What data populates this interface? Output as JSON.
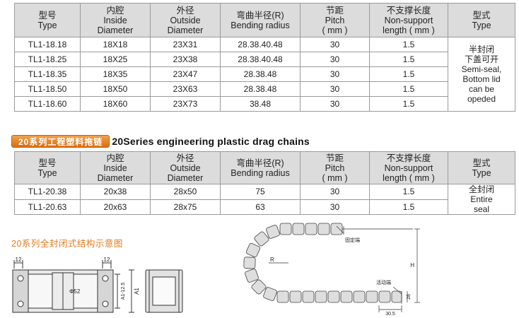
{
  "table1": {
    "headers": [
      {
        "cn": "型号",
        "en": "Type"
      },
      {
        "cn": "内腔",
        "en": "Inside",
        "en2": "Diameter"
      },
      {
        "cn": "外径",
        "en": "Outside",
        "en2": "Diameter"
      },
      {
        "cn": "弯曲半径(R)",
        "en": "Bending radius"
      },
      {
        "cn": "节距",
        "en": "Pitch",
        "en2": "( mm )"
      },
      {
        "cn": "不支撑长度",
        "en": "Non-support",
        "en2": "length ( mm )"
      },
      {
        "cn": "型式",
        "en": "Type"
      }
    ],
    "rows": [
      {
        "type": "TL1-18.18",
        "inside": "18X18",
        "outside": "23X31",
        "radius": "28.38.40.48",
        "pitch": "30",
        "nonsupport": "1.5"
      },
      {
        "type": "TL1-18.25",
        "inside": "18X25",
        "outside": "23X38",
        "radius": "28.38.40.48",
        "pitch": "30",
        "nonsupport": "1.5"
      },
      {
        "type": "TL1-18.35",
        "inside": "18X35",
        "outside": "23X47",
        "radius": "28.38.48",
        "pitch": "30",
        "nonsupport": "1.5"
      },
      {
        "type": "TL1-18.50",
        "inside": "18X50",
        "outside": "23X63",
        "radius": "28.38.48",
        "pitch": "30",
        "nonsupport": "1.5"
      },
      {
        "type": "TL1-18.60",
        "inside": "18X60",
        "outside": "23X73",
        "radius": "38.48",
        "pitch": "30",
        "nonsupport": "1.5"
      }
    ],
    "style": {
      "l1": "半封闭",
      "l2": "下盖可开",
      "l3": "Semi-seal,",
      "l4": "Bottom lid",
      "l5": "can be",
      "l6": "opeded"
    }
  },
  "section": {
    "badge": "20系列工程塑料拖链",
    "title": "20Series engineering plastic drag chains"
  },
  "table2": {
    "headers": [
      {
        "cn": "型号",
        "en": "Type"
      },
      {
        "cn": "内腔",
        "en": "Inside",
        "en2": "Diameter"
      },
      {
        "cn": "外径",
        "en": "Outside",
        "en2": "Diameter"
      },
      {
        "cn": "弯曲半径(R)",
        "en": "Bending radius"
      },
      {
        "cn": "节距",
        "en": "Pitch",
        "en2": "( mm )"
      },
      {
        "cn": "不支撑长度",
        "en": "Non-support",
        "en2": "length ( mm )"
      },
      {
        "cn": "型式",
        "en": "Type"
      }
    ],
    "rows": [
      {
        "type": "TL1-20.38",
        "inside": "20x38",
        "outside": "28x50",
        "radius": "75",
        "pitch": "30",
        "nonsupport": "1.5"
      },
      {
        "type": "TL1-20.63",
        "inside": "20x63",
        "outside": "28x75",
        "radius": "63",
        "pitch": "30",
        "nonsupport": "1.5"
      }
    ],
    "style": {
      "l1": "全封闭",
      "l2": "Entire",
      "l3": "seal"
    }
  },
  "caption": "20系列全封闭式结构示意图",
  "drawing1": {
    "dim_left": "12",
    "dim_right": "12",
    "hole": "Φ52",
    "dim_a1_12": "A1-12.5",
    "dim_a1": "A1"
  },
  "drawing2": {
    "fixed_end": "固定端",
    "moving_end": "活动端",
    "radius": "R",
    "height": "H",
    "dim_28": "28",
    "dim_30_5": "30.5"
  }
}
